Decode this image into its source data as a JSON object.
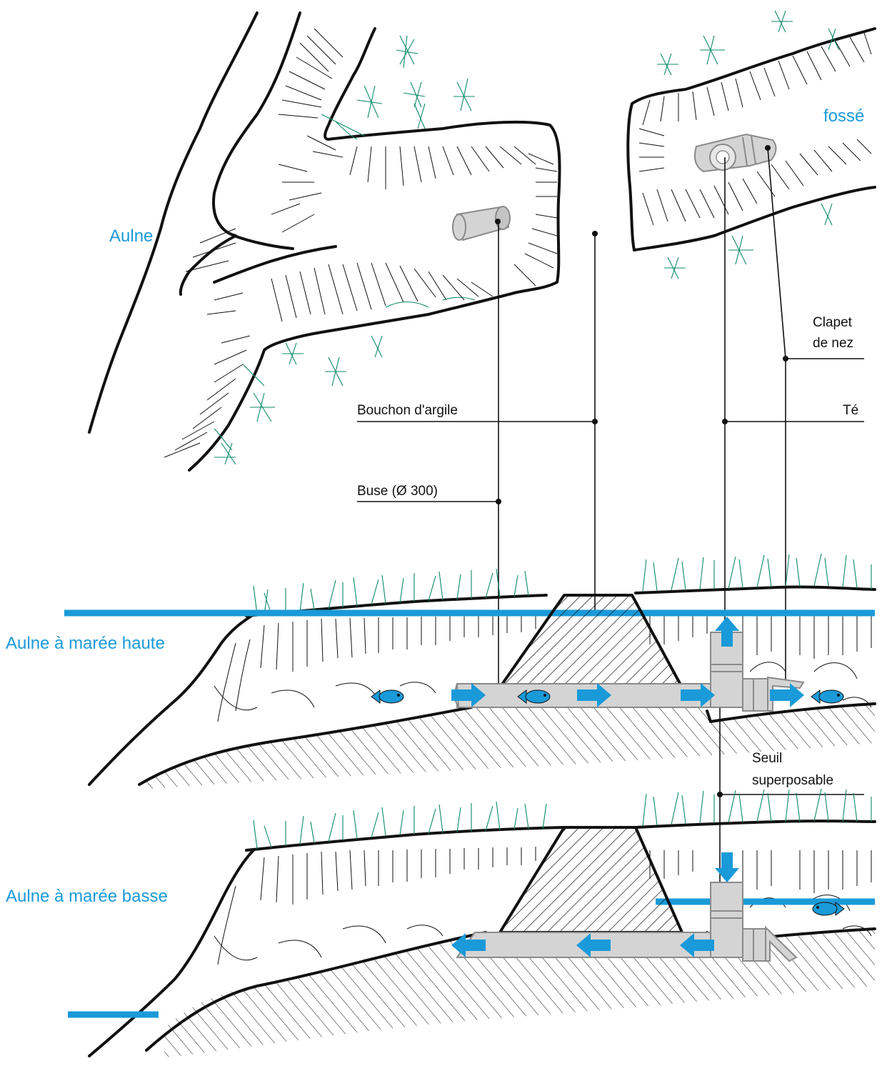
{
  "labels": {
    "aulne": "Aulne",
    "fosse": "fossé",
    "clapet_line1": "Clapet",
    "clapet_line2": "de nez",
    "bouchon": "Bouchon d'argile",
    "te": "Té",
    "buse": "Buse (Ø 300)",
    "maree_haute": "Aulne à marée haute",
    "seuil_line1": "Seuil",
    "seuil_line2": "superposable",
    "maree_basse": "Aulne à marée basse"
  },
  "colors": {
    "water": "#1a9ad9",
    "grass": "#0c8a6a",
    "pipe": "#d4d4d4",
    "ink": "#111111"
  }
}
